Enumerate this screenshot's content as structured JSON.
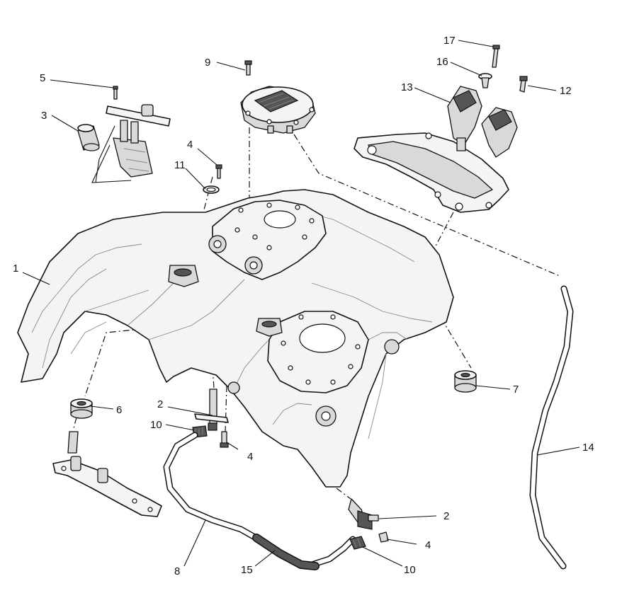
{
  "diagram": {
    "callouts": [
      {
        "id": "c1",
        "label": "1"
      },
      {
        "id": "c2a",
        "label": "2"
      },
      {
        "id": "c2b",
        "label": "2"
      },
      {
        "id": "c3",
        "label": "3"
      },
      {
        "id": "c4a",
        "label": "4"
      },
      {
        "id": "c4b",
        "label": "4"
      },
      {
        "id": "c4c",
        "label": "4"
      },
      {
        "id": "c5",
        "label": "5"
      },
      {
        "id": "c6",
        "label": "6"
      },
      {
        "id": "c7",
        "label": "7"
      },
      {
        "id": "c8",
        "label": "8"
      },
      {
        "id": "c9",
        "label": "9"
      },
      {
        "id": "c10a",
        "label": "10"
      },
      {
        "id": "c10b",
        "label": "10"
      },
      {
        "id": "c11",
        "label": "11"
      },
      {
        "id": "c12",
        "label": "12"
      },
      {
        "id": "c13",
        "label": "13"
      },
      {
        "id": "c14",
        "label": "14"
      },
      {
        "id": "c15",
        "label": "15"
      },
      {
        "id": "c16",
        "label": "16"
      },
      {
        "id": "c17",
        "label": "17"
      }
    ]
  }
}
